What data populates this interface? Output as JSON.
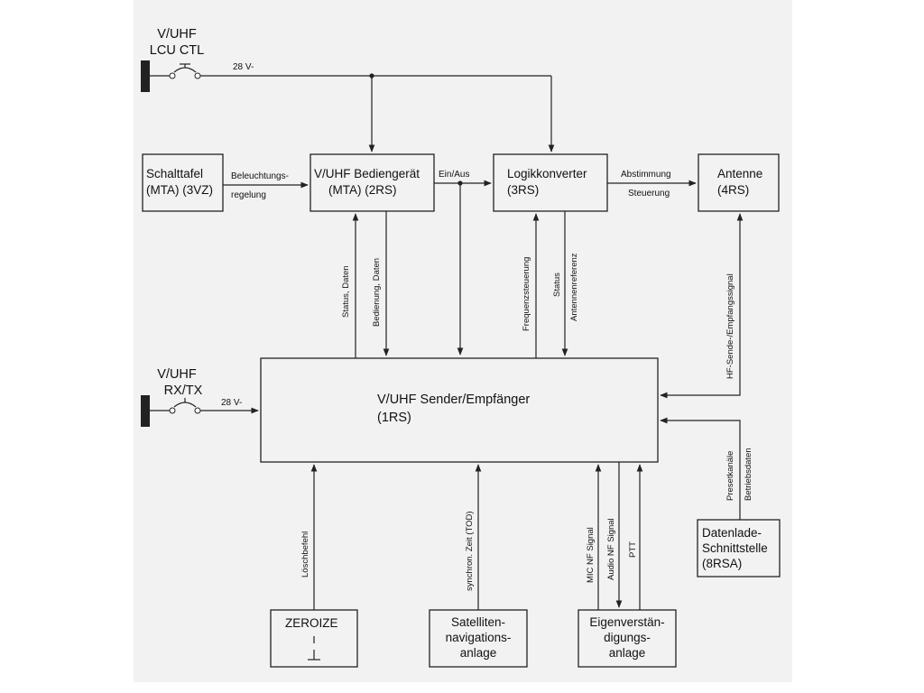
{
  "lcu": {
    "title_1": "V/UHF",
    "title_2": "LCU CTL",
    "voltage": "28 V-"
  },
  "rxtx": {
    "title_1": "V/UHF",
    "title_2": "RX/TX",
    "voltage": "28 V-"
  },
  "blocks": {
    "schalttafel": {
      "line1": "Schalttafel",
      "line2": "(MTA) (3VZ)"
    },
    "bediengeraet": {
      "line1": "V/UHF Bediengerät",
      "line2": "(MTA) (2RS)"
    },
    "logik": {
      "line1": "Logikkonverter",
      "line2": "(3RS)"
    },
    "antenne": {
      "line1": "Antenne",
      "line2": "(4RS)"
    },
    "sender": {
      "line1": "V/UHF Sender/Empfänger",
      "line2": "(1RS)"
    },
    "datenlade": {
      "line1": "Datenlade-",
      "line2": "Schnittstelle",
      "line3": "(8RSA)"
    },
    "zeroize": {
      "line1": "ZEROIZE"
    },
    "satellit": {
      "line1": "Satelliten-",
      "line2": "navigations-",
      "line3": "anlage"
    },
    "eigen": {
      "line1": "Eigenverstän-",
      "line2": "digungs-",
      "line3": "anlage"
    }
  },
  "signals": {
    "beleuchtung_1": "Beleuchtungs-",
    "beleuchtung_2": "regelung",
    "ein_aus": "Ein/Aus",
    "abstimmung": "Abstimmung",
    "steuerung": "Steuerung",
    "status_daten": "Status, Daten",
    "bedienung_daten": "Bedienung, Daten",
    "frequenzsteuerung": "Frequenzsteuerung",
    "status": "Status",
    "antennenreferenz": "Antennenreferenz",
    "hf_signal": "HF-Sende-/Empfangssignal",
    "presetkanaele": "Presetkanäle",
    "betriebsdaten": "Betriebsdaten",
    "loeschbefehl": "Löschbefehl",
    "tod": "synchron. Zeit (TOD)",
    "mic_nf": "MIC NF Signal",
    "audio_nf": "Audio NF Signal",
    "ptt": "PTT"
  }
}
